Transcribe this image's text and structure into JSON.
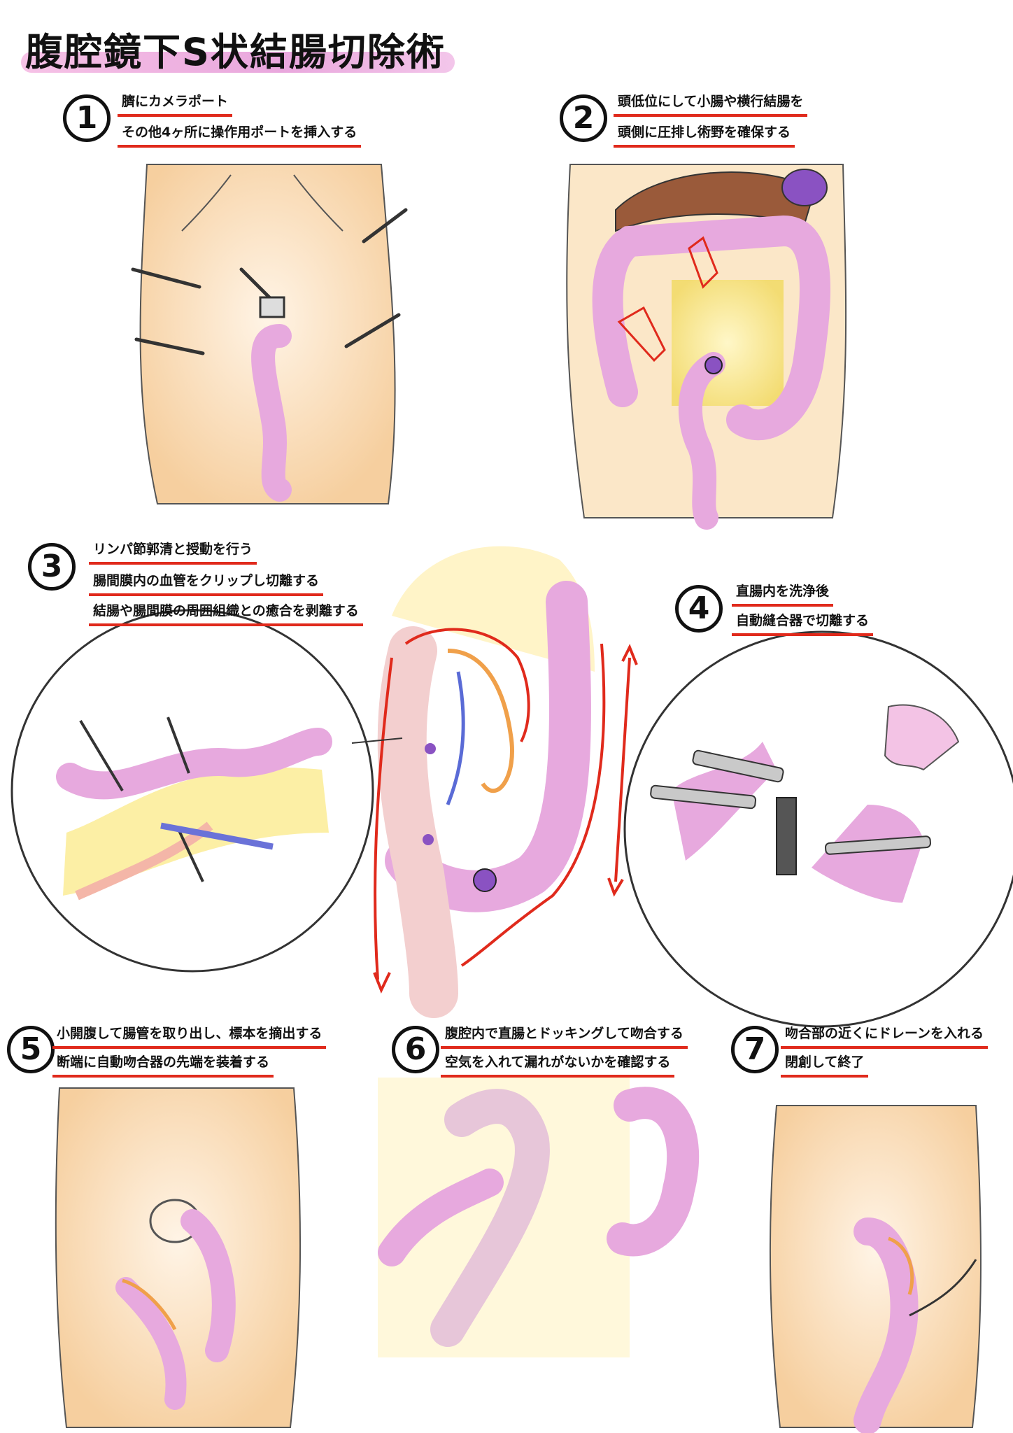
{
  "title": "腹腔鏡下S状結腸切除術",
  "colors": {
    "accent_underline": "#e02a1c",
    "title_highlight": "#e9a7dd",
    "skin": "#f9dcb8",
    "colon": "#e7a9de",
    "liver": "#9a5a3a",
    "vessel": "#e97b35"
  },
  "steps": [
    {
      "num": "1",
      "lines": [
        "臍にカメラポート",
        "その他4ヶ所に操作用ポートを挿入する"
      ]
    },
    {
      "num": "2",
      "lines": [
        "頭低位にして小腸や横行結腸を",
        "頭側に圧排し術野を確保する"
      ]
    },
    {
      "num": "3",
      "lines": [
        "リンパ節郭清と授動を行う",
        "腸間膜内の血管をクリップし切離する",
        "結腸や腸間膜の周囲組織との癒合を剥離する"
      ]
    },
    {
      "num": "4",
      "lines": [
        "直腸内を洗浄後",
        "自動縫合器で切離する"
      ]
    },
    {
      "num": "5",
      "lines": [
        "小開腹して腸管を取り出し、標本を摘出する",
        "断端に自動吻合器の先端を装着する"
      ]
    },
    {
      "num": "6",
      "lines": [
        "腹腔内で直腸とドッキングして吻合する",
        "空気を入れて漏れがないかを確認する"
      ]
    },
    {
      "num": "7",
      "lines": [
        "吻合部の近くにドレーンを入れる",
        "閉創して終了"
      ]
    }
  ]
}
